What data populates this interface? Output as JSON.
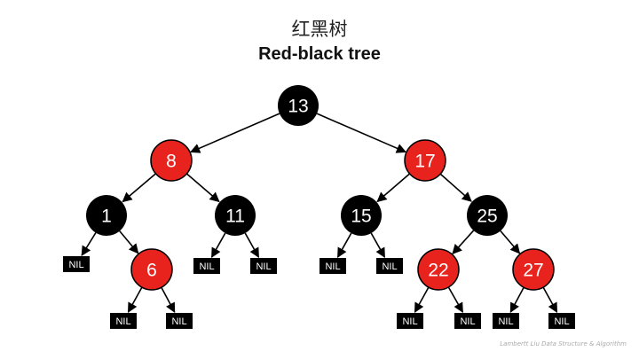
{
  "title": {
    "zh": "红黑树",
    "en": "Red-black tree"
  },
  "colors": {
    "black_node": "#000000",
    "red_node": "#e8231d",
    "edge": "#000000",
    "nil": "#000000"
  },
  "nil_label": "NIL",
  "tree": {
    "nodes": [
      {
        "id": "n13",
        "label": "13",
        "color": "black"
      },
      {
        "id": "n8",
        "label": "8",
        "color": "red"
      },
      {
        "id": "n17",
        "label": "17",
        "color": "red"
      },
      {
        "id": "n1",
        "label": "1",
        "color": "black"
      },
      {
        "id": "n11",
        "label": "11",
        "color": "black"
      },
      {
        "id": "n15",
        "label": "15",
        "color": "black"
      },
      {
        "id": "n25",
        "label": "25",
        "color": "black"
      },
      {
        "id": "n6",
        "label": "6",
        "color": "red"
      },
      {
        "id": "n22",
        "label": "22",
        "color": "red"
      },
      {
        "id": "n27",
        "label": "27",
        "color": "red"
      }
    ],
    "edges": [
      [
        "n13",
        "n8"
      ],
      [
        "n13",
        "n17"
      ],
      [
        "n8",
        "n1"
      ],
      [
        "n8",
        "n11"
      ],
      [
        "n17",
        "n15"
      ],
      [
        "n17",
        "n25"
      ],
      [
        "n1",
        "nil-1-left"
      ],
      [
        "n1",
        "n6"
      ],
      [
        "n11",
        "nil-11-left"
      ],
      [
        "n11",
        "nil-11-right"
      ],
      [
        "n15",
        "nil-15-left"
      ],
      [
        "n15",
        "nil-15-right"
      ],
      [
        "n25",
        "n22"
      ],
      [
        "n25",
        "n27"
      ],
      [
        "n6",
        "nil-6-left"
      ],
      [
        "n6",
        "nil-6-right"
      ],
      [
        "n22",
        "nil-22-left"
      ],
      [
        "n22",
        "nil-22-right"
      ],
      [
        "n27",
        "nil-27-left"
      ],
      [
        "n27",
        "nil-27-right"
      ]
    ]
  },
  "footer": "Lambertt Liu    Data Structure & Algorithm"
}
